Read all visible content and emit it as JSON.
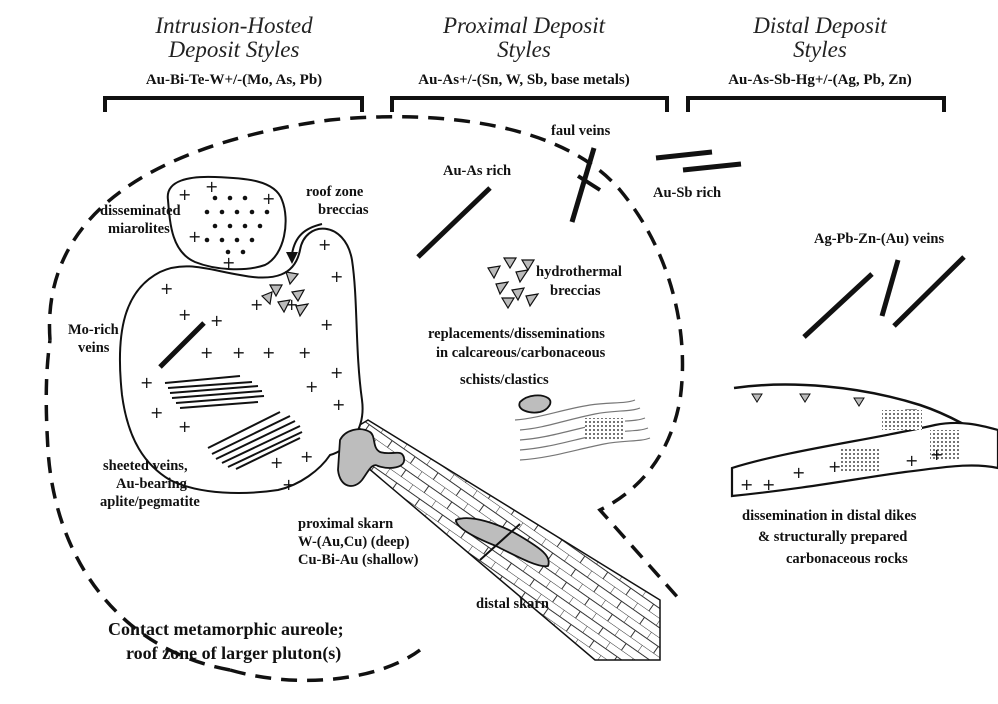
{
  "headers": [
    {
      "title_line1": "Intrusion-Hosted",
      "title_line2": "Deposit Styles",
      "assemblage": "Au-Bi-Te-W+/-(Mo, As, Pb)"
    },
    {
      "title_line1": "Proximal Deposit",
      "title_line2": "Styles",
      "assemblage": "Au-As+/-(Sn, W, Sb, base metals)"
    },
    {
      "title_line1": "Distal Deposit",
      "title_line2": "Styles",
      "assemblage": "Au-As-Sb-Hg+/-(Ag, Pb, Zn)"
    }
  ],
  "labels": {
    "disseminated_miarolites": [
      "disseminated",
      "miarolites"
    ],
    "roof_zone_breccias": [
      "roof zone",
      "breccias"
    ],
    "mo_rich_veins": [
      "Mo-rich",
      "veins"
    ],
    "sheeted_veins": [
      "sheeted veins,",
      "Au-bearing",
      "aplite/pegmatite"
    ],
    "proximal_skarn": [
      "proximal skarn",
      "W-(Au,Cu) (deep)",
      "Cu-Bi-Au (shallow)"
    ],
    "distal_skarn": "distal skarn",
    "aureole": [
      "Contact metamorphic aureole;",
      "roof zone of larger pluton(s)"
    ],
    "fault_veins": "faul veins",
    "au_as_rich": "Au-As rich",
    "au_sb_rich": "Au-Sb rich",
    "hydrothermal_breccias": [
      "hydrothermal",
      "breccias"
    ],
    "replacements": [
      "replacements/disseminations",
      "in calcareous/carbonaceous",
      "schists/clastics"
    ],
    "ag_pb_zn_veins": "Ag-Pb-Zn-(Au) veins",
    "distal_dikes": [
      "dissemination in distal dikes",
      "& structurally prepared",
      "carbonaceous rocks"
    ]
  },
  "symbols": {
    "plus": "+"
  }
}
